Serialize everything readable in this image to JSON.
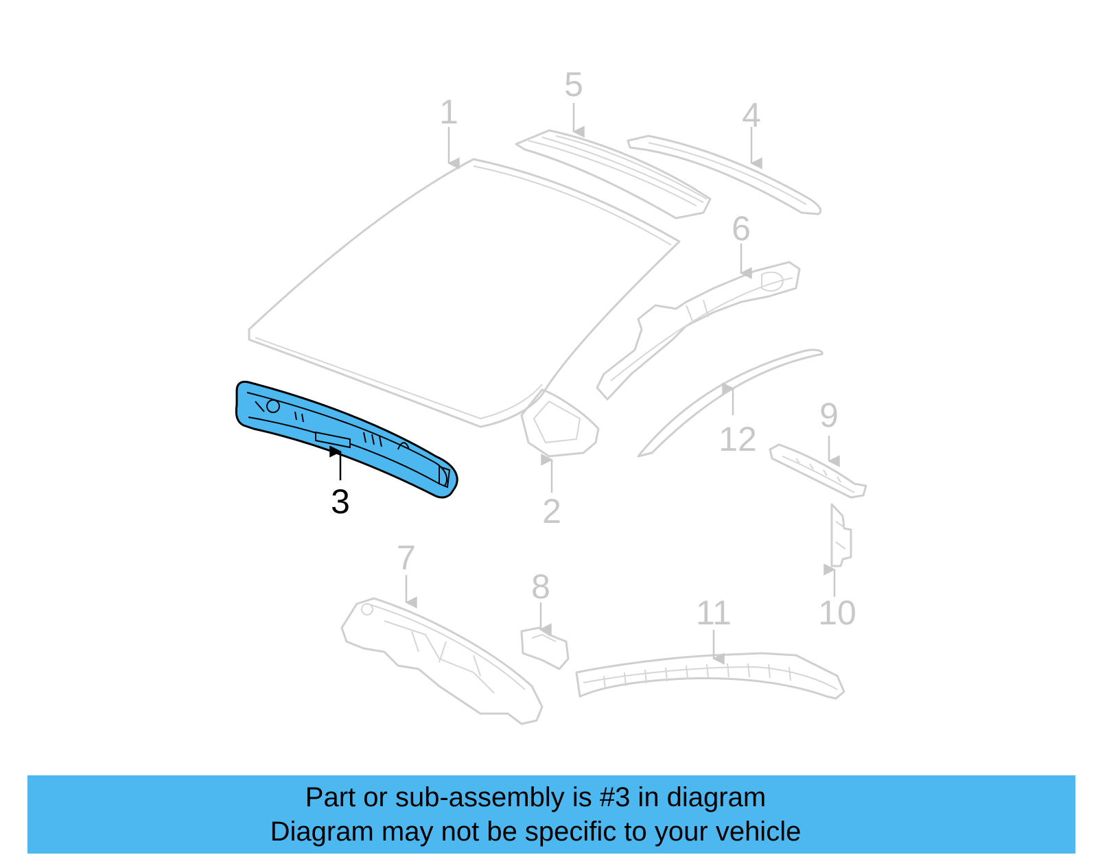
{
  "callouts": {
    "p1": "1",
    "p2": "2",
    "p3": "3",
    "p4": "4",
    "p5": "5",
    "p6": "6",
    "p7": "7",
    "p8": "8",
    "p9": "9",
    "p10": "10",
    "p11": "11",
    "p12": "12"
  },
  "highlight": {
    "part": "3",
    "color": "#4db8f0"
  },
  "banner": {
    "line1": "Part or sub-assembly is #3 in diagram",
    "line2": "Diagram may not be specific to your vehicle",
    "background": "#4db8f0"
  }
}
